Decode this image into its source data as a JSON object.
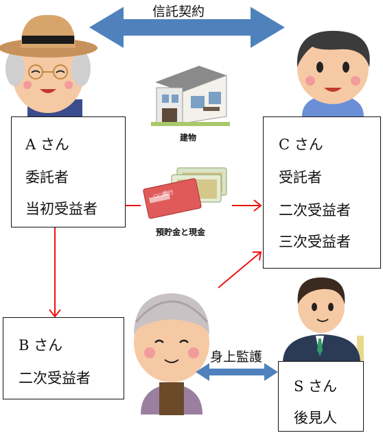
{
  "trust_contract_label": "信託契約",
  "building_caption": "建物",
  "money_caption": "預貯金と現金",
  "custody_label": "身上監護",
  "bankbook_text": "○○銀行",
  "person_a": {
    "name": "A さん",
    "roles": [
      "委託者",
      "当初受益者"
    ]
  },
  "person_b": {
    "name": "B さん",
    "roles": [
      "二次受益者"
    ]
  },
  "person_c": {
    "name": "C さん",
    "roles": [
      "受託者",
      "二次受益者",
      "三次受益者"
    ]
  },
  "person_s": {
    "name": "S さん",
    "roles": [
      "後見人"
    ]
  },
  "colors": {
    "blue_arrow": "#4f81bd",
    "red_arrow": "#ee1111",
    "box_border": "#111111"
  },
  "icons": [
    "grandpa-hat-icon",
    "man-c-icon",
    "grandma-icon",
    "man-suit-icon",
    "house-icon",
    "money-icon"
  ]
}
